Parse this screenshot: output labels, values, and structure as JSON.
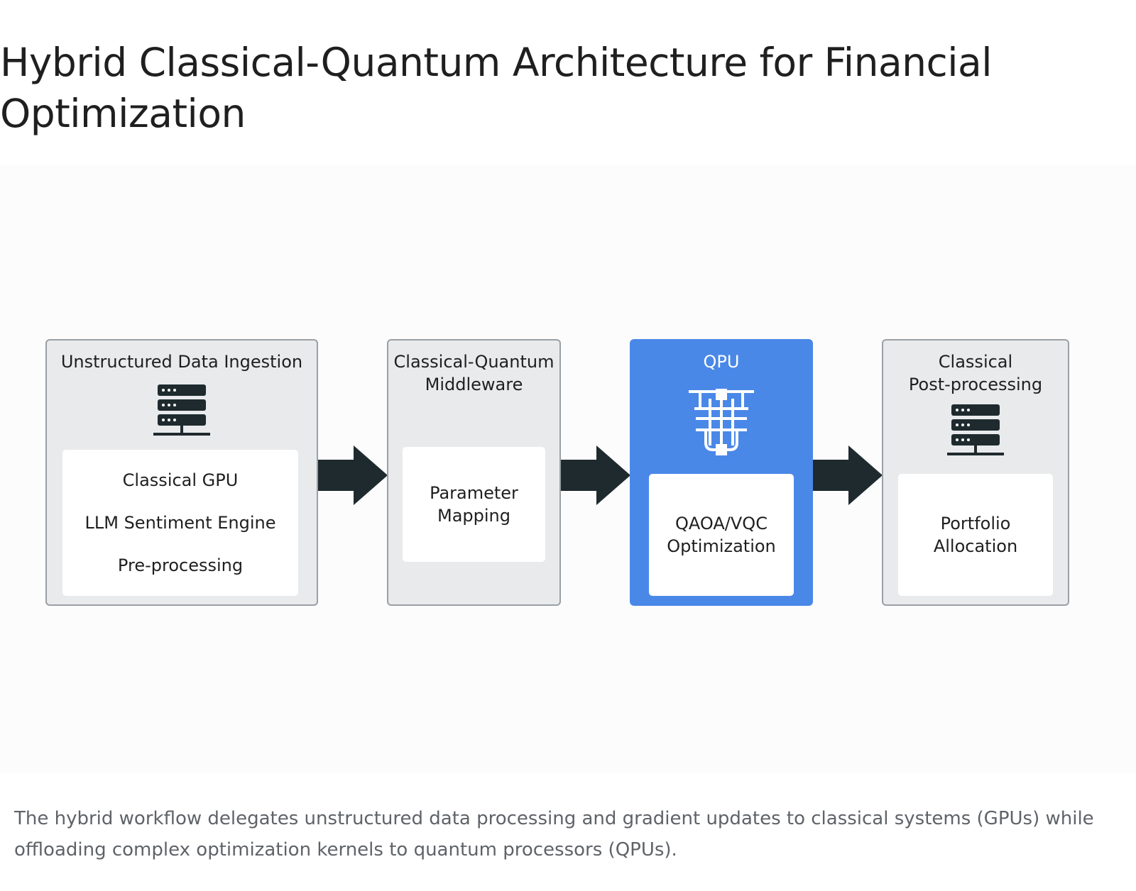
{
  "page": {
    "title": "Hybrid Classical-Quantum Architecture for Financial Optimization",
    "caption": "The hybrid workflow delegates unstructured data processing and gradient updates to classical systems (GPUs) while offloading complex optimization kernels to quantum processors (QPUs)."
  },
  "diagram": {
    "colors": {
      "stage_fill": "#e8eaec",
      "stage_border": "#9aa0a5",
      "qpu_fill": "#4a88e8",
      "arrow": "#1e2a2e",
      "server_icon": "#1e2a2e"
    },
    "stages": [
      {
        "title": "Unstructured Data Ingestion",
        "icon": "server-rack-icon",
        "inner_lines": [
          "Classical GPU",
          "LLM Sentiment Engine",
          "Pre-processing"
        ]
      },
      {
        "title": "Classical-Quantum\nMiddleware",
        "inner_lines": [
          "Parameter",
          "Mapping"
        ]
      },
      {
        "title": "QPU",
        "icon": "quantum-chip-icon",
        "inner_lines": [
          "QAOA/VQC",
          "Optimization"
        ]
      },
      {
        "title": "Classical\nPost-processing",
        "icon": "server-rack-icon",
        "inner_lines": [
          "Portfolio",
          "Allocation"
        ]
      }
    ],
    "edges": [
      {
        "from": 0,
        "to": 1
      },
      {
        "from": 1,
        "to": 2
      },
      {
        "from": 2,
        "to": 3
      }
    ]
  }
}
